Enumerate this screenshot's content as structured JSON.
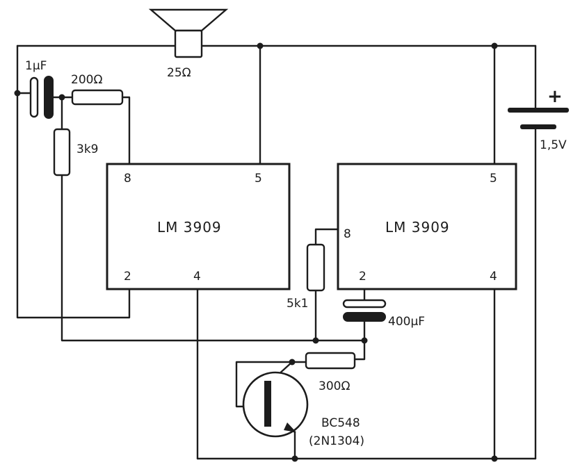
{
  "components": {
    "ic_left": {
      "name": "LM 3909",
      "pins": {
        "p8": "8",
        "p5": "5",
        "p2": "2",
        "p4": "4"
      }
    },
    "ic_right": {
      "name": "LM 3909",
      "pins": {
        "p8": "8",
        "p5": "5",
        "p2": "2",
        "p4": "4"
      }
    },
    "speaker": {
      "value": "25Ω"
    },
    "cap_1u": {
      "value": "1μF"
    },
    "res_200": {
      "value": "200Ω"
    },
    "res_3k9": {
      "value": "3k9"
    },
    "res_5k1": {
      "value": "5k1"
    },
    "cap_400u": {
      "value": "400μF"
    },
    "res_300": {
      "value": "300Ω"
    },
    "transistor": {
      "type": "BC548",
      "alt": "(2N1304)"
    },
    "battery": {
      "polarity": "+",
      "voltage": "1,5V"
    }
  }
}
